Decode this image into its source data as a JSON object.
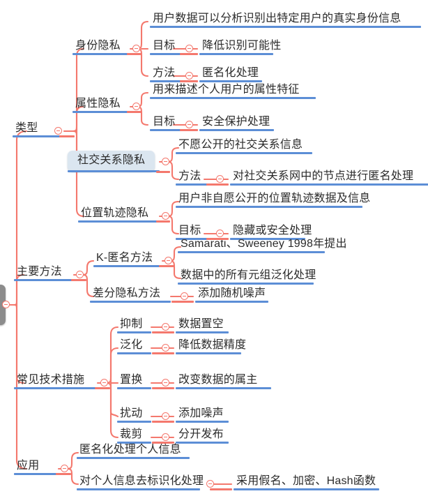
{
  "document": {
    "kind": "mind-map",
    "title": "隐私保护思维导图",
    "root_label": ""
  },
  "colors": {
    "underline_blue": "#5c8ed6",
    "connector_red": "#f4786d",
    "selected_fill": "#dbe6f0",
    "root_stub_gray": "#8c8c8c",
    "text": "#2b2b2b",
    "background": "#ffffff"
  },
  "icons": {
    "collapse_toggle": "minus-circle-icon"
  },
  "branches": [
    {
      "id": "type",
      "label": "类型",
      "children": [
        {
          "id": "identity",
          "label": "身份隐私",
          "children": [
            {
              "id": "identity-desc",
              "label": "用户数据可以分析识别出特定用户的真实身份信息",
              "children": []
            },
            {
              "id": "identity-goal",
              "label": "目标",
              "children": [
                {
                  "id": "identity-goal-v",
                  "label": "降低识别可能性",
                  "children": []
                }
              ]
            },
            {
              "id": "identity-method",
              "label": "方法",
              "children": [
                {
                  "id": "identity-method-v",
                  "label": "匿名化处理",
                  "children": []
                }
              ]
            }
          ]
        },
        {
          "id": "attribute",
          "label": "属性隐私",
          "children": [
            {
              "id": "attribute-desc",
              "label": "用来描述个人用户的属性特征",
              "children": []
            },
            {
              "id": "attribute-goal",
              "label": "目标",
              "children": [
                {
                  "id": "attribute-goal-v",
                  "label": "安全保护处理",
                  "children": []
                }
              ]
            }
          ]
        },
        {
          "id": "social",
          "label": "社交关系隐私",
          "selected": true,
          "children": [
            {
              "id": "social-desc",
              "label": "不愿公开的社交关系信息",
              "children": []
            },
            {
              "id": "social-method",
              "label": "方法",
              "children": [
                {
                  "id": "social-method-v",
                  "label": "对社交关系网中的节点进行匿名处理",
                  "children": []
                }
              ]
            }
          ]
        },
        {
          "id": "location",
          "label": "位置轨迹隐私",
          "children": [
            {
              "id": "location-desc",
              "label": "用户非自愿公开的位置轨迹数据及信息",
              "children": []
            },
            {
              "id": "location-goal",
              "label": "目标",
              "children": [
                {
                  "id": "location-goal-v",
                  "label": "隐藏或安全处理",
                  "children": []
                }
              ]
            }
          ]
        }
      ]
    },
    {
      "id": "main-methods",
      "label": "主要方法",
      "children": [
        {
          "id": "k-anon",
          "label": "K-匿名方法",
          "children": [
            {
              "id": "k-anon-origin",
              "label": "Samarati、Sweeney 1998年提出",
              "children": []
            },
            {
              "id": "k-anon-desc",
              "label": "数据中的所有元组泛化处理",
              "children": []
            }
          ]
        },
        {
          "id": "diff-privacy",
          "label": "差分隐私方法",
          "children": [
            {
              "id": "diff-privacy-v",
              "label": "添加随机噪声",
              "children": []
            }
          ]
        }
      ]
    },
    {
      "id": "techniques",
      "label": "常见技术措施",
      "children": [
        {
          "id": "suppress",
          "label": "抑制",
          "children": [
            {
              "id": "suppress-v",
              "label": "数据置空",
              "children": []
            }
          ]
        },
        {
          "id": "generalize",
          "label": "泛化",
          "children": [
            {
              "id": "generalize-v",
              "label": "降低数据精度",
              "children": []
            }
          ]
        },
        {
          "id": "permute",
          "label": "置换",
          "children": [
            {
              "id": "permute-v",
              "label": "改变数据的属主",
              "children": []
            }
          ]
        },
        {
          "id": "perturb",
          "label": "扰动",
          "children": [
            {
              "id": "perturb-v",
              "label": "添加噪声",
              "children": []
            }
          ]
        },
        {
          "id": "crop",
          "label": "裁剪",
          "children": [
            {
              "id": "crop-v",
              "label": "分开发布",
              "children": []
            }
          ]
        }
      ]
    },
    {
      "id": "application",
      "label": "应用",
      "children": [
        {
          "id": "app-anon",
          "label": "匿名化处理个人信息",
          "children": []
        },
        {
          "id": "app-deid",
          "label": "对个人信息去标识化处理",
          "children": [
            {
              "id": "app-deid-v",
              "label": "采用假名、加密、Hash函数",
              "children": []
            }
          ]
        }
      ]
    }
  ]
}
